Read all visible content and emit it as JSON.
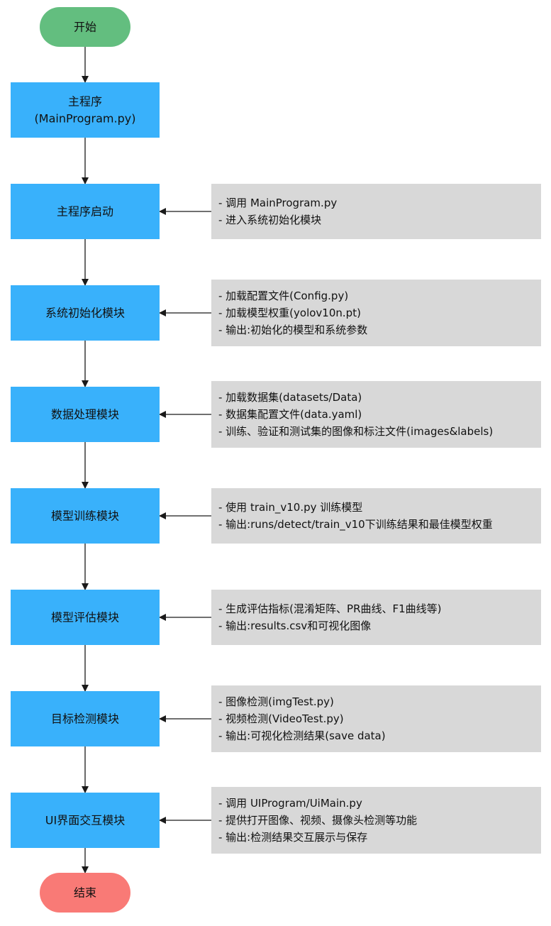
{
  "colors": {
    "start": "#63be7f",
    "end": "#f97a76",
    "process": "#39b1fb",
    "note": "#d8d8d8",
    "arrow": "#1a1a1a"
  },
  "start": {
    "label": "开始"
  },
  "end": {
    "label": "结束"
  },
  "steps": [
    {
      "lines": [
        "主程序",
        "(MainProgram.py)"
      ],
      "notes": []
    },
    {
      "lines": [
        "主程序启动"
      ],
      "notes": [
        "- 调用 MainProgram.py",
        "- 进入系统初始化模块"
      ]
    },
    {
      "lines": [
        "系统初始化模块"
      ],
      "notes": [
        "- 加载配置文件(Config.py)",
        "- 加载模型权重(yolov10n.pt)",
        "- 输出:初始化的模型和系统参数"
      ]
    },
    {
      "lines": [
        "数据处理模块"
      ],
      "notes": [
        "- 加载数据集(datasets/Data)",
        "- 数据集配置文件(data.yaml)",
        "- 训练、验证和测试集的图像和标注文件(images&labels)"
      ]
    },
    {
      "lines": [
        "模型训练模块"
      ],
      "notes": [
        "- 使用 train_v10.py 训练模型",
        "- 输出:runs/detect/train_v10下训练结果和最佳模型权重"
      ]
    },
    {
      "lines": [
        "模型评估模块"
      ],
      "notes": [
        "- 生成评估指标(混淆矩阵、PR曲线、F1曲线等)",
        "- 输出:results.csv和可视化图像"
      ]
    },
    {
      "lines": [
        "目标检测模块"
      ],
      "notes": [
        "- 图像检测(imgTest.py)",
        "- 视频检测(VideoTest.py)",
        "- 输出:可视化检测结果(save data)"
      ]
    },
    {
      "lines": [
        "UI界面交互模块"
      ],
      "notes": [
        "- 调用 UIProgram/UiMain.py",
        "- 提供打开图像、视频、摄像头检测等功能",
        "- 输出:检测结果交互展示与保存"
      ]
    }
  ]
}
